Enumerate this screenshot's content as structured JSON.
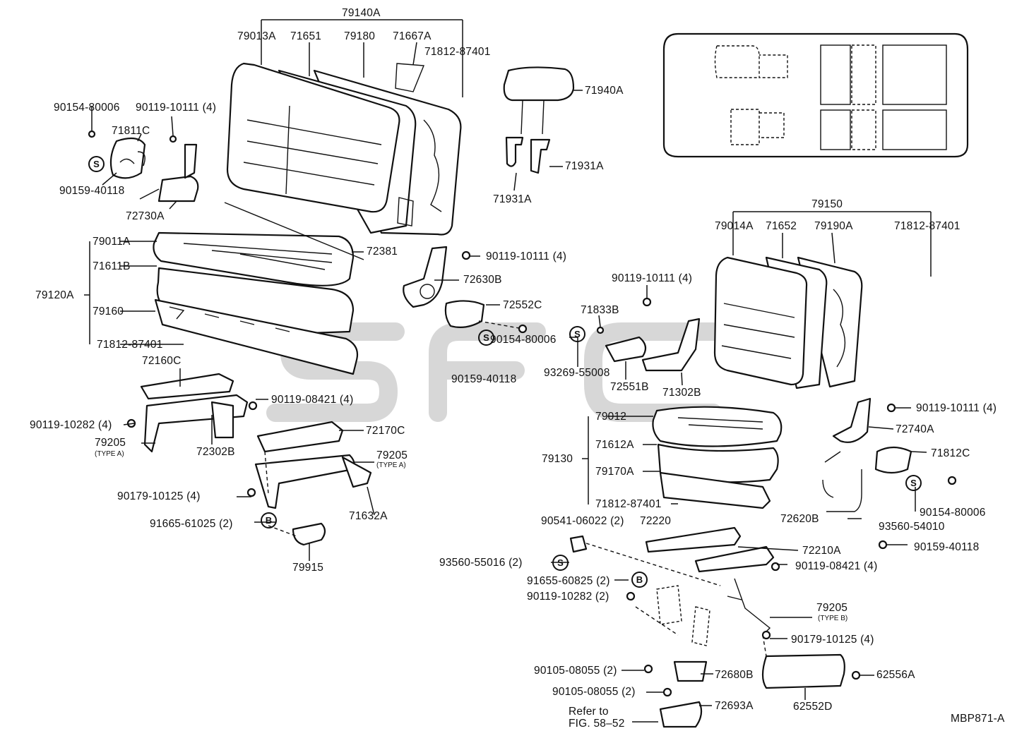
{
  "labels": {
    "l79140A": "79140A",
    "l79013A": "79013A",
    "l71651": "71651",
    "l79180": "79180",
    "l71667A": "71667A",
    "l71812_87401_a": "71812-87401",
    "l71940A": "71940A",
    "l71931A_r": "71931A",
    "l71931A_b": "71931A",
    "l90154_80006_a": "90154-80006",
    "l90119_10111_a": "90119-10111 (4)",
    "l71811C": "71811C",
    "l90159_40118_a": "90159-40118",
    "l72730A": "72730A",
    "l72381": "72381",
    "l79011A": "79011A",
    "l71611B": "71611B",
    "l79120A": "79120A",
    "l79160": "79160",
    "l71812_87401_b": "71812-87401",
    "l90119_10111_b": "90119-10111 (4)",
    "l72630B": "72630B",
    "l72552C": "72552C",
    "l90154_80006_b": "90154-80006",
    "l90159_40118_b": "90159-40118",
    "l72160C": "72160C",
    "l90119_08421_a": "90119-08421 (4)",
    "l90119_10282_a": "90119-10282 (4)",
    "l79205_a": "79205",
    "l72302B": "72302B",
    "l72170C": "72170C",
    "l79205_b": "79205",
    "l90179_10125_a": "90179-10125 (4)",
    "l71632A": "71632A",
    "l91665_61025": "91665-61025 (2)",
    "l79915": "79915",
    "l79150": "79150",
    "l79014A": "79014A",
    "l71652": "71652",
    "l79190A": "79190A",
    "l71812_87401_c": "71812-87401",
    "l90119_10111_c": "90119-10111 (4)",
    "l71833B": "71833B",
    "l93269_55008": "93269-55008",
    "l72551B": "72551B",
    "l71302B": "71302B",
    "l79012": "79012",
    "l71612A": "71612A",
    "l79130": "79130",
    "l79170A": "79170A",
    "l71812_87401_d": "71812-87401",
    "l90119_10111_d": "90119-10111 (4)",
    "l72740A": "72740A",
    "l71812C": "71812C",
    "l90154_80006_c": "90154-80006",
    "l93560_54010": "93560-54010",
    "l72620B": "72620B",
    "l90159_40118_c": "90159-40118",
    "l90541_06022": "90541-06022 (2)",
    "l72220": "72220",
    "l72210A": "72210A",
    "l90119_08421_b": "90119-08421 (4)",
    "l93560_55016": "93560-55016 (2)",
    "l91655_60825": "91655-60825 (2)",
    "l90119_10282_b": "90119-10282 (2)",
    "l79205_c": "79205",
    "l90179_10125_b": "90179-10125 (4)",
    "l90105_08055_a": "90105-08055 (2)",
    "l72680B": "72680B",
    "l62556A": "62556A",
    "l90105_08055_b": "90105-08055 (2)",
    "l72693A": "72693A",
    "l62552D": "62552D",
    "refer_line1": "Refer to",
    "refer_line2": "FIG. 58–52",
    "figure_code": "MBP871-A"
  },
  "sublabels": {
    "type_a_1": "(TYPE A)",
    "type_a_2": "(TYPE A)",
    "type_b": "(TYPE B)"
  },
  "symbols": {
    "s1": "S",
    "s2": "S",
    "s3": "S",
    "s4": "S",
    "s5": "S",
    "b1": "B",
    "b2": "B"
  },
  "watermark_text": "SFC",
  "colors": {
    "ink": "#111111",
    "watermark": "#c9c9c9",
    "background": "#ffffff"
  }
}
